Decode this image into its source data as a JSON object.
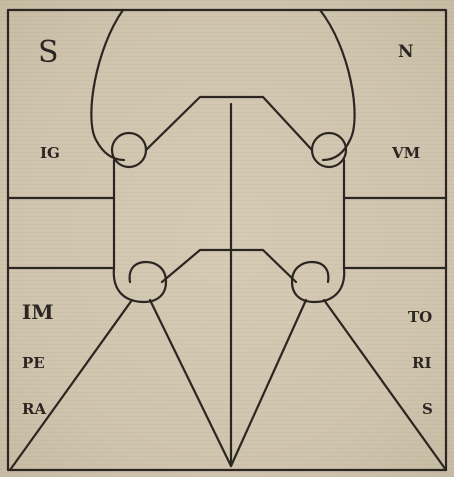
{
  "diagram": {
    "labels": {
      "top_left": "S",
      "top_right": "N",
      "upper_left": "IG",
      "upper_right": "VM",
      "lower_left_1": "IM",
      "lower_left_2": "PE",
      "lower_left_3": "RA",
      "lower_right_1": "TO",
      "lower_right_2": "RI",
      "lower_right_3": "S"
    },
    "colors": {
      "paper": "#d3c9b3",
      "ink": "#2b2621"
    }
  }
}
